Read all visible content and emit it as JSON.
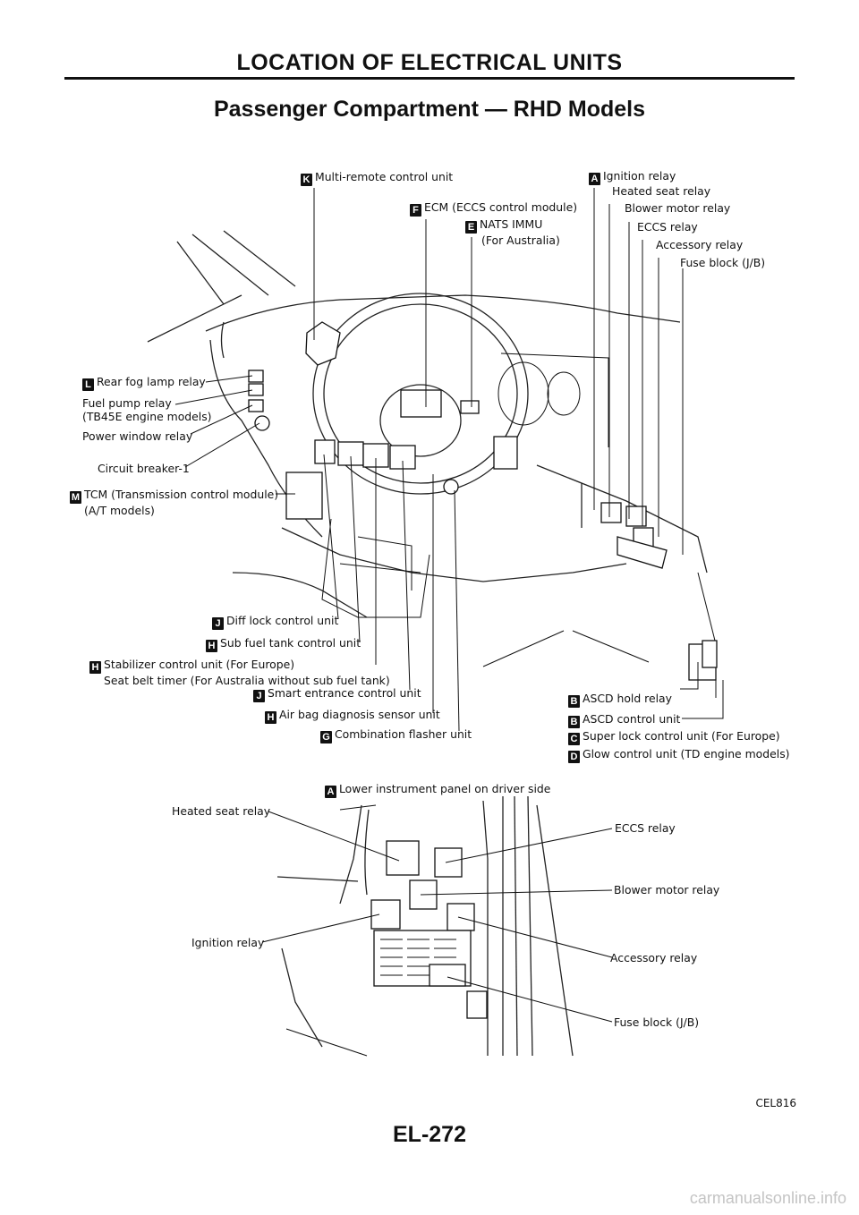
{
  "header": {
    "title": "LOCATION OF ELECTRICAL UNITS"
  },
  "section": {
    "title": "Passenger Compartment — RHD Models"
  },
  "upper_labels": {
    "multi_remote": {
      "badge": "K",
      "text": "Multi-remote control unit"
    },
    "ecm": {
      "badge": "F",
      "text": "ECM (ECCS control module)"
    },
    "nats": {
      "badge": "E",
      "text": "NATS IMMU",
      "sub": "(For Australia)"
    },
    "ignition": {
      "badge": "A",
      "text": "Ignition relay"
    },
    "heated_seat": {
      "text": "Heated seat relay"
    },
    "blower": {
      "text": "Blower motor relay"
    },
    "eccs": {
      "text": "ECCS relay"
    },
    "accessory": {
      "text": "Accessory relay"
    },
    "fuse_block": {
      "text": "Fuse block (J/B)"
    },
    "rear_fog": {
      "badge": "L",
      "text": "Rear fog lamp relay"
    },
    "fuel_pump": {
      "text": "Fuel pump relay",
      "sub": "(TB45E engine models)"
    },
    "power_window": {
      "text": "Power window relay"
    },
    "circuit_breaker": {
      "text": "Circuit breaker-1"
    },
    "tcm": {
      "badge": "M",
      "text": "TCM (Transmission control module)",
      "sub": "(A/T models)"
    },
    "diff_lock": {
      "badge": "J",
      "text": "Diff lock control unit"
    },
    "sub_fuel": {
      "badge": "H",
      "text": "Sub fuel tank control unit"
    },
    "stabilizer": {
      "badge": "H",
      "text": "Stabilizer control unit (For Europe)",
      "sub": "Seat belt timer (For Australia without sub fuel tank)"
    },
    "smart_entrance": {
      "badge": "J",
      "text": "Smart entrance control unit"
    },
    "air_bag": {
      "badge": "H",
      "text": "Air bag diagnosis sensor unit"
    },
    "combination_flasher": {
      "badge": "G",
      "text": "Combination flasher unit"
    },
    "ascd_hold": {
      "badge": "B",
      "text": "ASCD hold relay"
    },
    "ascd_control": {
      "badge": "B",
      "text": "ASCD control unit"
    },
    "super_lock": {
      "badge": "C",
      "text": "Super lock control unit (For Europe)"
    },
    "glow_control": {
      "badge": "D",
      "text": "Glow control unit (TD engine models)"
    }
  },
  "lower_panel": {
    "title_badge": "A",
    "title": "Lower instrument panel on driver side",
    "heated_seat": "Heated seat relay",
    "ignition": "Ignition relay",
    "eccs": "ECCS relay",
    "blower": "Blower motor relay",
    "accessory": "Accessory relay",
    "fuse_block": "Fuse block (J/B)"
  },
  "figure_code": "CEL816",
  "page_number": "EL-272",
  "watermark": "carmanualsonline.info"
}
